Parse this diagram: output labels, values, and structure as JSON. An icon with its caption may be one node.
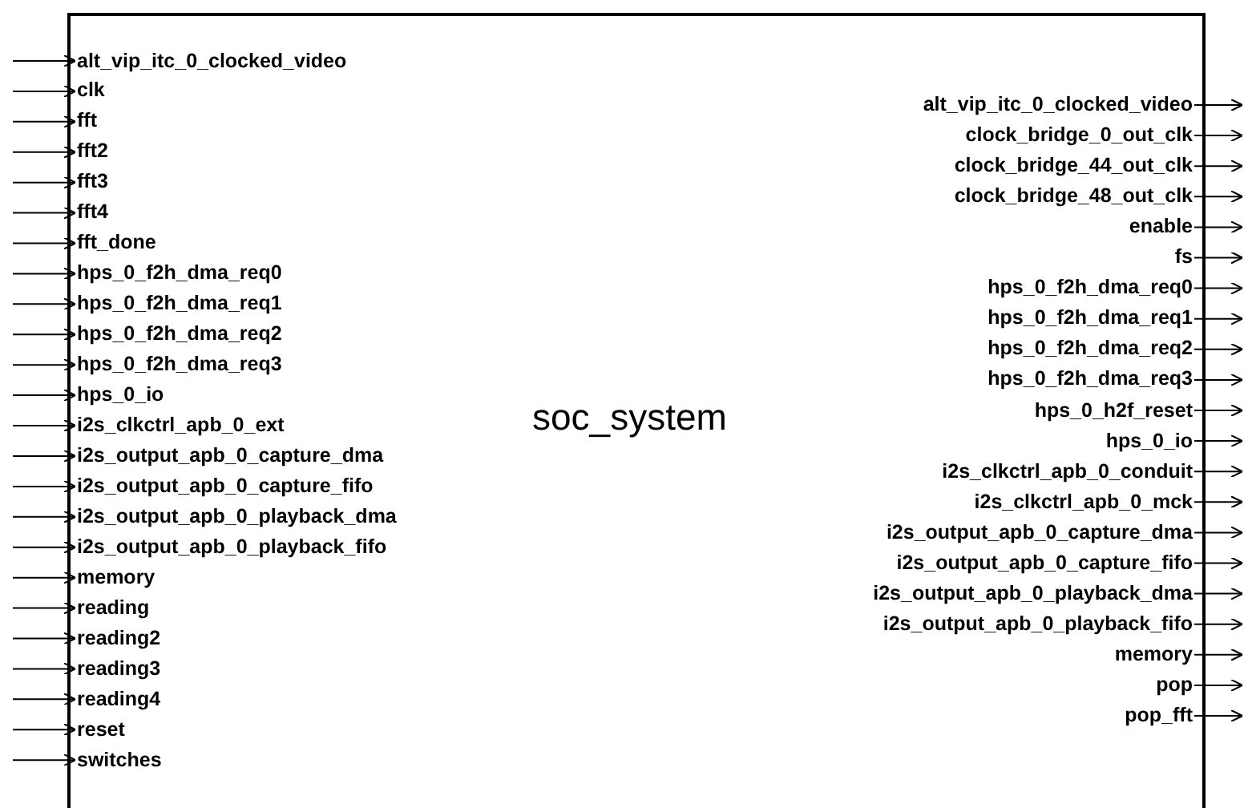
{
  "diagram": {
    "nodes": [
      {
        "text": [
          "soc_system"
        ]
      },
      {
        "text": [
          "alt_vip_itc_0_clocked_video"
        ],
        "in": 0
      },
      {
        "text": [
          "clk"
        ],
        "in": 0
      },
      {
        "text": [
          "fft"
        ],
        "in": 0
      },
      {
        "text": [
          "fft2"
        ],
        "in": 0
      },
      {
        "text": [
          "fft3"
        ],
        "in": 0
      },
      {
        "text": [
          "fft4"
        ],
        "in": 0
      },
      {
        "text": [
          "fft_done"
        ],
        "in": 0
      },
      {
        "text": [
          "hps_0_f2h_dma_req0"
        ],
        "in": 0
      },
      {
        "text": [
          "hps_0_f2h_dma_req1"
        ],
        "in": 0
      },
      {
        "text": [
          "hps_0_f2h_dma_req2"
        ],
        "in": 0
      },
      {
        "text": [
          "hps_0_f2h_dma_req3"
        ],
        "in": 0
      },
      {
        "text": [
          "hps_0_io"
        ],
        "in": 0
      },
      {
        "text": [
          "i2s_clkctrl_apb_0_ext"
        ],
        "in": 0
      },
      {
        "text": [
          "i2s_output_apb_0_capture_dma"
        ],
        "in": 0
      },
      {
        "text": [
          "i2s_output_apb_0_capture_fifo"
        ],
        "in": 0
      },
      {
        "text": [
          "i2s_output_apb_0_playback_dma"
        ],
        "in": 0
      },
      {
        "text": [
          "i2s_output_apb_0_playback_fifo"
        ],
        "in": 0
      },
      {
        "text": [
          "memory"
        ],
        "in": 0
      },
      {
        "text": [
          "reading"
        ],
        "in": 0
      },
      {
        "text": [
          "reading2"
        ],
        "in": 0
      },
      {
        "text": [
          "reading3"
        ],
        "in": 0
      },
      {
        "text": [
          "reading4"
        ],
        "in": 0
      },
      {
        "text": [
          "reset"
        ],
        "in": 0
      },
      {
        "text": [
          "switches"
        ],
        "in": 0
      },
      {
        "text": [
          "alt_vip_itc_0_clocked_video"
        ],
        "in": 0
      },
      {
        "text": [
          "clock_bridge_0_out_clk"
        ],
        "in": 0
      },
      {
        "text": [
          "clock_bridge_44_out_clk"
        ],
        "in": 0
      },
      {
        "text": [
          "clock_bridge_48_out_clk"
        ],
        "in": 0
      },
      {
        "text": [
          "enable"
        ],
        "in": 0
      },
      {
        "text": [
          "fs"
        ],
        "in": 0
      },
      {
        "text": [
          "hps_0_f2h_dma_req0"
        ],
        "in": 0
      },
      {
        "text": [
          "hps_0_f2h_dma_req1"
        ],
        "in": 0
      },
      {
        "text": [
          "hps_0_f2h_dma_req2"
        ],
        "in": 0
      },
      {
        "text": [
          "hps_0_f2h_dma_req3"
        ],
        "in": 0
      },
      {
        "text": [
          "hps_0_h2f_reset"
        ],
        "in": 0
      },
      {
        "text": [
          "hps_0_io"
        ],
        "in": 0
      },
      {
        "text": [
          "i2s_clkctrl_apb_0_conduit"
        ],
        "in": 0
      },
      {
        "text": [
          "i2s_clkctrl_apb_0_mck"
        ],
        "in": 0
      },
      {
        "text": [
          "i2s_output_apb_0_capture_dma"
        ],
        "in": 0
      },
      {
        "text": [
          "i2s_output_apb_0_capture_fifo"
        ],
        "in": 0
      },
      {
        "text": [
          "i2s_output_apb_0_playback_dma"
        ],
        "in": 0
      },
      {
        "text": [
          "i2s_output_apb_0_playback_fifo"
        ],
        "in": 0
      },
      {
        "text": [
          "memory"
        ],
        "in": 0
      },
      {
        "text": [
          "pop"
        ],
        "in": 0
      },
      {
        "text": [
          "pop_fft"
        ],
        "in": 0
      }
    ],
    "edges": [
      {
        "from": null,
        "to": 1,
        "arrow": "to"
      },
      {
        "from": null,
        "to": 2,
        "arrow": "to"
      },
      {
        "from": null,
        "to": 3,
        "arrow": "to"
      },
      {
        "from": null,
        "to": 4,
        "arrow": "to"
      },
      {
        "from": null,
        "to": 5,
        "arrow": "to"
      },
      {
        "from": null,
        "to": 6,
        "arrow": "to"
      },
      {
        "from": null,
        "to": 7,
        "arrow": "to"
      },
      {
        "from": null,
        "to": 8,
        "arrow": "to"
      },
      {
        "from": null,
        "to": 9,
        "arrow": "to"
      },
      {
        "from": null,
        "to": 10,
        "arrow": "to"
      },
      {
        "from": null,
        "to": 11,
        "arrow": "to"
      },
      {
        "from": null,
        "to": 12,
        "arrow": "to"
      },
      {
        "from": null,
        "to": 13,
        "arrow": "to"
      },
      {
        "from": null,
        "to": 14,
        "arrow": "to"
      },
      {
        "from": null,
        "to": 15,
        "arrow": "to"
      },
      {
        "from": null,
        "to": 16,
        "arrow": "to"
      },
      {
        "from": null,
        "to": 17,
        "arrow": "to"
      },
      {
        "from": null,
        "to": 18,
        "arrow": "to"
      },
      {
        "from": null,
        "to": 19,
        "arrow": "to"
      },
      {
        "from": null,
        "to": 20,
        "arrow": "to"
      },
      {
        "from": null,
        "to": 21,
        "arrow": "to"
      },
      {
        "from": null,
        "to": 22,
        "arrow": "to"
      },
      {
        "from": null,
        "to": 23,
        "arrow": "to"
      },
      {
        "from": null,
        "to": 24,
        "arrow": "to"
      },
      {
        "from": 25,
        "to": null,
        "arrow": "to"
      },
      {
        "from": 26,
        "to": null,
        "arrow": "to"
      },
      {
        "from": 27,
        "to": null,
        "arrow": "to"
      },
      {
        "from": 28,
        "to": null,
        "arrow": "to"
      },
      {
        "from": 29,
        "to": null,
        "arrow": "to"
      },
      {
        "from": 30,
        "to": null,
        "arrow": "to"
      },
      {
        "from": 31,
        "to": null,
        "arrow": "to"
      },
      {
        "from": 32,
        "to": null,
        "arrow": "to"
      },
      {
        "from": 33,
        "to": null,
        "arrow": "to"
      },
      {
        "from": 34,
        "to": null,
        "arrow": "to"
      },
      {
        "from": 35,
        "to": null,
        "arrow": "to"
      },
      {
        "from": 36,
        "to": null,
        "arrow": "to"
      },
      {
        "from": 37,
        "to": null,
        "arrow": "to"
      },
      {
        "from": 38,
        "to": null,
        "arrow": "to"
      },
      {
        "from": 39,
        "to": null,
        "arrow": "to"
      },
      {
        "from": 40,
        "to": null,
        "arrow": "to"
      },
      {
        "from": 41,
        "to": null,
        "arrow": "to"
      },
      {
        "from": 42,
        "to": null,
        "arrow": "to"
      },
      {
        "from": 43,
        "to": null,
        "arrow": "to"
      },
      {
        "from": 44,
        "to": null,
        "arrow": "to"
      },
      {
        "from": 45,
        "to": null,
        "arrow": "to"
      }
    ]
  }
}
